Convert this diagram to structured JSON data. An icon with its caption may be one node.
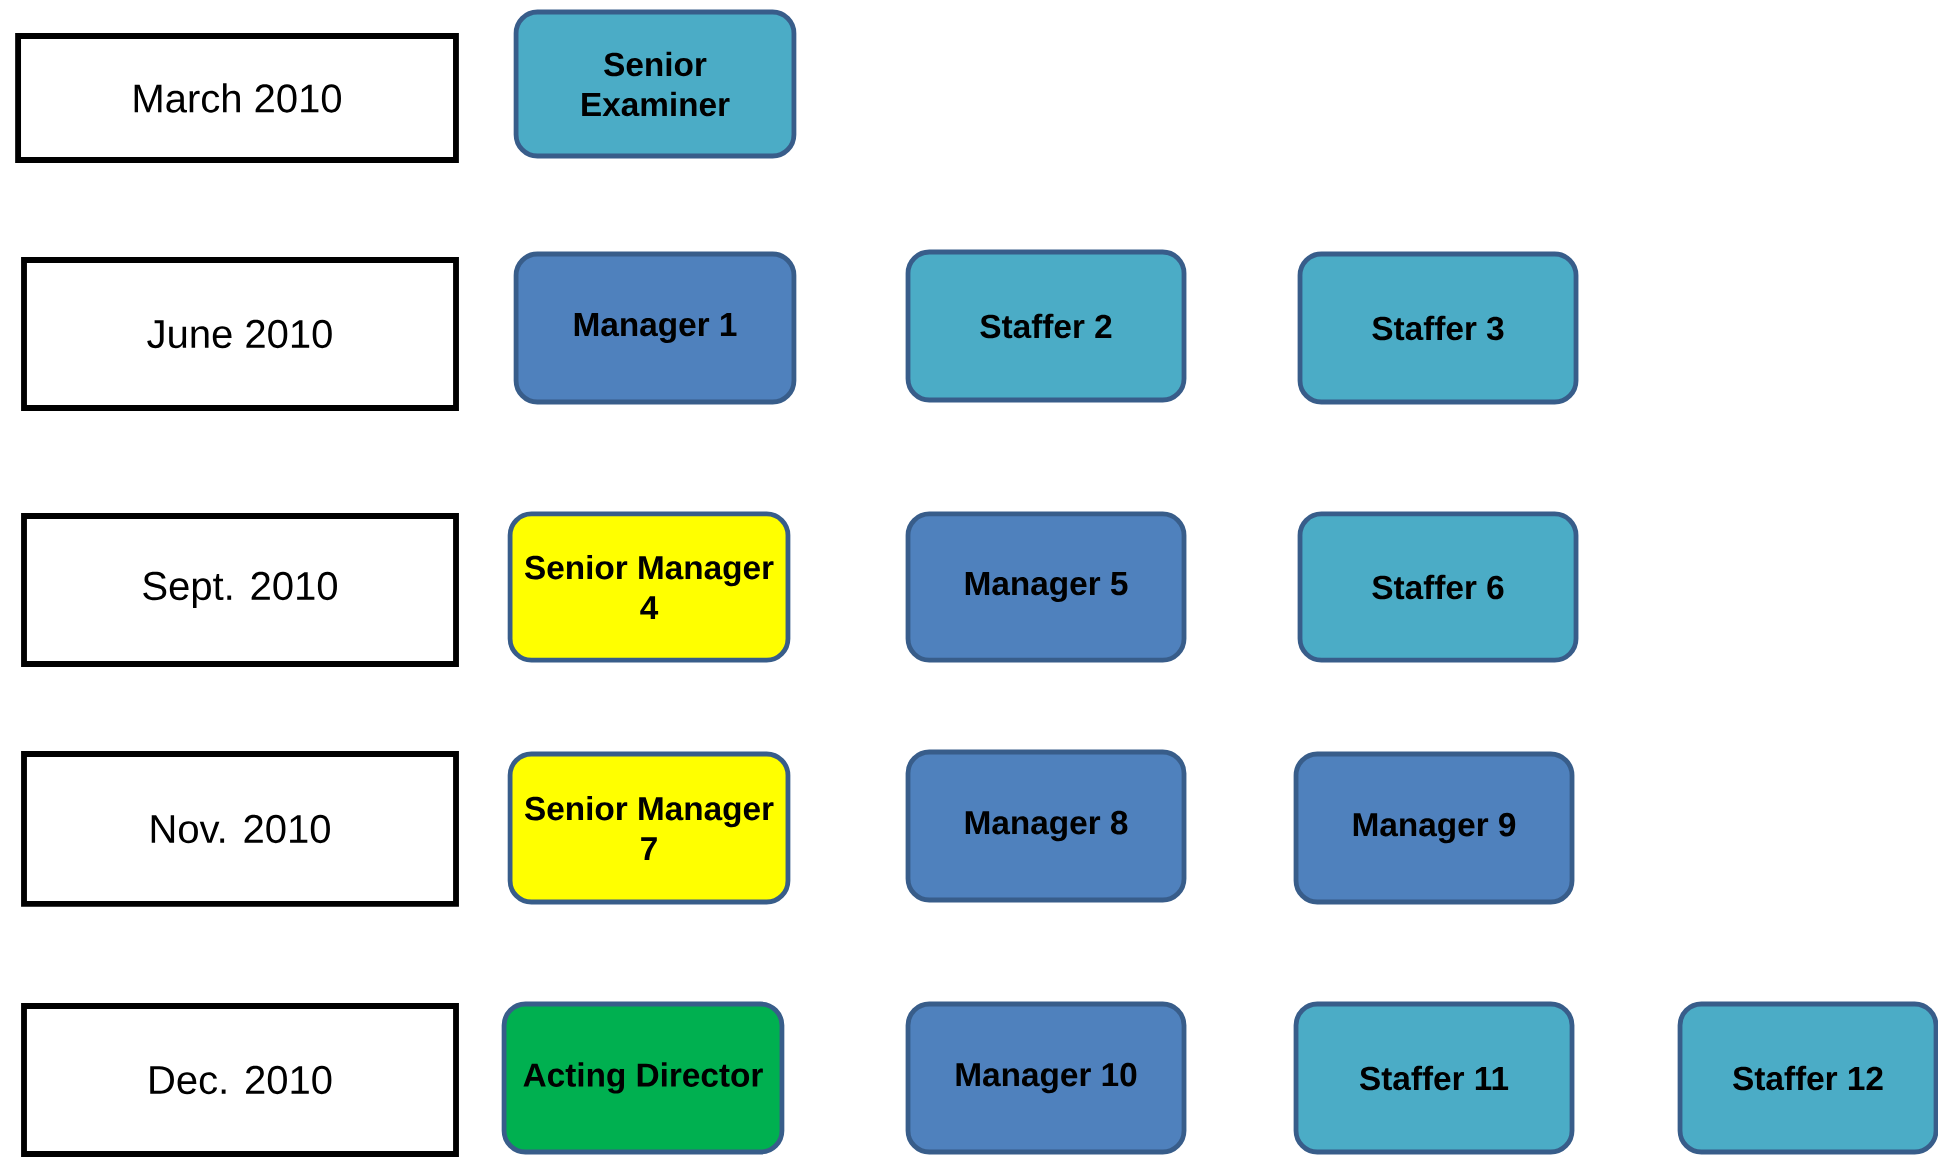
{
  "diagram": {
    "nodes": [
      {
        "text": [
          "March 2010"
        ]
      },
      {
        "text": [
          "Senior Examiner"
        ]
      },
      {
        "text": [
          "June 2010"
        ]
      },
      {
        "text": [
          "Manager 1"
        ]
      },
      {
        "text": [
          "Staffer 2"
        ]
      },
      {
        "text": [
          "Staffer 3"
        ]
      },
      {
        "text": [
          "Sept. 2010"
        ]
      },
      {
        "text": [
          "Senior Manager 4"
        ]
      },
      {
        "text": [
          "Manager 5"
        ]
      },
      {
        "text": [
          "Staffer 6"
        ]
      },
      {
        "text": [
          "Nov. 2010"
        ]
      },
      {
        "text": [
          "Senior Manager 7"
        ]
      },
      {
        "text": [
          "Manager 8"
        ]
      },
      {
        "text": [
          "Manager 9"
        ]
      },
      {
        "text": [
          "Dec. 2010"
        ]
      },
      {
        "text": [
          "Acting Director"
        ]
      },
      {
        "text": [
          "Manager 10"
        ]
      },
      {
        "text": [
          "Staffer 11"
        ]
      },
      {
        "text": [
          "Staffer 12"
        ]
      }
    ]
  }
}
